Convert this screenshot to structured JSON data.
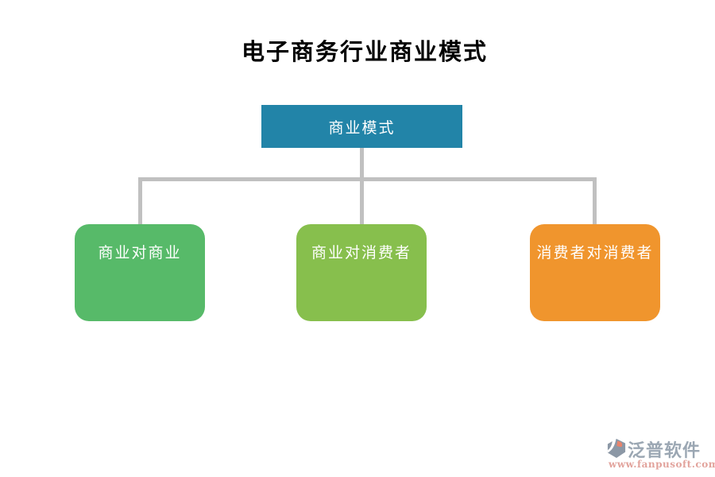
{
  "title": "电子商务行业商业模式",
  "diagram": {
    "root": {
      "label": "商业模式",
      "color": "#2284A8",
      "text_color": "#FFFFFF"
    },
    "children": [
      {
        "label": "商业对商业",
        "color": "#57BA69"
      },
      {
        "label": "商业对消费者",
        "color": "#87BF4D"
      },
      {
        "label": "消费者对消费者",
        "color": "#F0952D"
      }
    ],
    "connector_color": "#C0C0C0"
  },
  "watermark": {
    "brand": "泛普软件",
    "url": "www.fanpusoft.com",
    "brand_color": "#9BA7B3",
    "url_color": "#E2A39C",
    "logo_icon": "fanpu-logo-icon",
    "logo_gray": "#8C98A6",
    "logo_orange": "#E8846C"
  }
}
